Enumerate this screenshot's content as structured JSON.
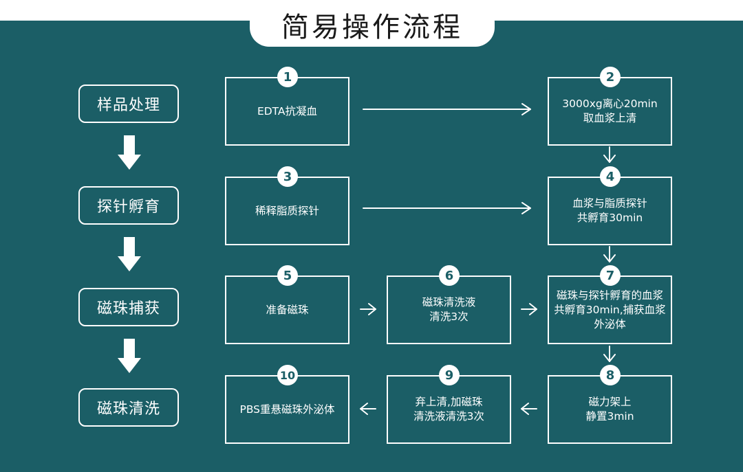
{
  "title": "简易操作流程",
  "colors": {
    "background": "#1b5e66",
    "foreground": "#ffffff"
  },
  "stages": [
    {
      "label": "样品处理"
    },
    {
      "label": "探针孵育"
    },
    {
      "label": "磁珠捕获"
    },
    {
      "label": "磁珠清洗"
    }
  ],
  "steps": [
    {
      "num": "1",
      "text": "EDTA抗凝血"
    },
    {
      "num": "2",
      "text": "3000xg离心20min\n取血浆上清"
    },
    {
      "num": "3",
      "text": "稀释脂质探针"
    },
    {
      "num": "4",
      "text": "血浆与脂质探针\n共孵育30min"
    },
    {
      "num": "5",
      "text": "准备磁珠"
    },
    {
      "num": "6",
      "text": "磁珠清洗液\n清洗3次"
    },
    {
      "num": "7",
      "text": "磁珠与探针孵育的血浆\n共孵育30min,捕获血浆\n外泌体"
    },
    {
      "num": "8",
      "text": "磁力架上\n静置3min"
    },
    {
      "num": "9",
      "text": "弃上清,加磁珠\n清洗液清洗3次"
    },
    {
      "num": "10",
      "text": "PBS重悬磁珠外泌体"
    }
  ]
}
